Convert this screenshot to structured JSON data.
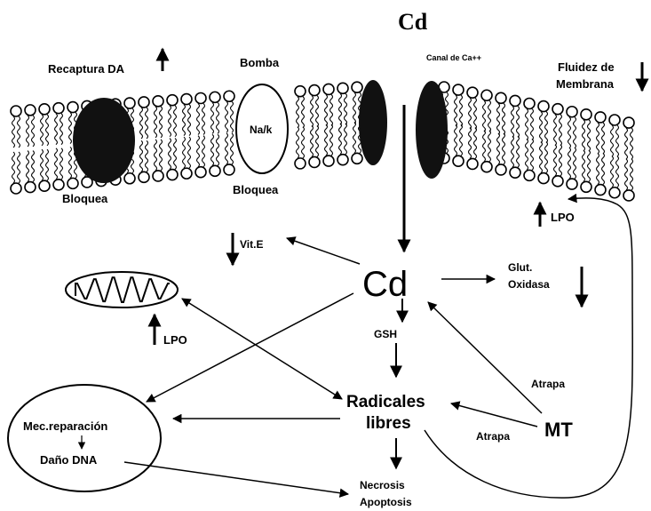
{
  "title": "Cd",
  "labels": {
    "reuptake_da": "Recaptura DA",
    "pump": "Bomba",
    "pump_inner": "Na/k",
    "calcium_channel": "Canal de Ca++",
    "fluidity_line1": "Fluidez de",
    "fluidity_line2": "Membrana",
    "blocks_left": "Bloquea",
    "blocks_center": "Bloquea",
    "lpo_membrane": "LPO",
    "vit_e": "Vit.E",
    "center_cd": "Cd",
    "glut_line1": "Glut.",
    "glut_line2": "Oxidasa",
    "lpo_mito": "LPO",
    "gsh": "GSH",
    "traps_upper": "Atrapa",
    "traps_lower": "Atrapa",
    "mt": "MT",
    "free_radicals_line1": "Radicales",
    "free_radicals_line2": "libres",
    "repair": "Mec.reparación",
    "dna_damage": "Daño DNA",
    "necrosis": "Necrosis",
    "apoptosis": "Apoptosis"
  }
}
